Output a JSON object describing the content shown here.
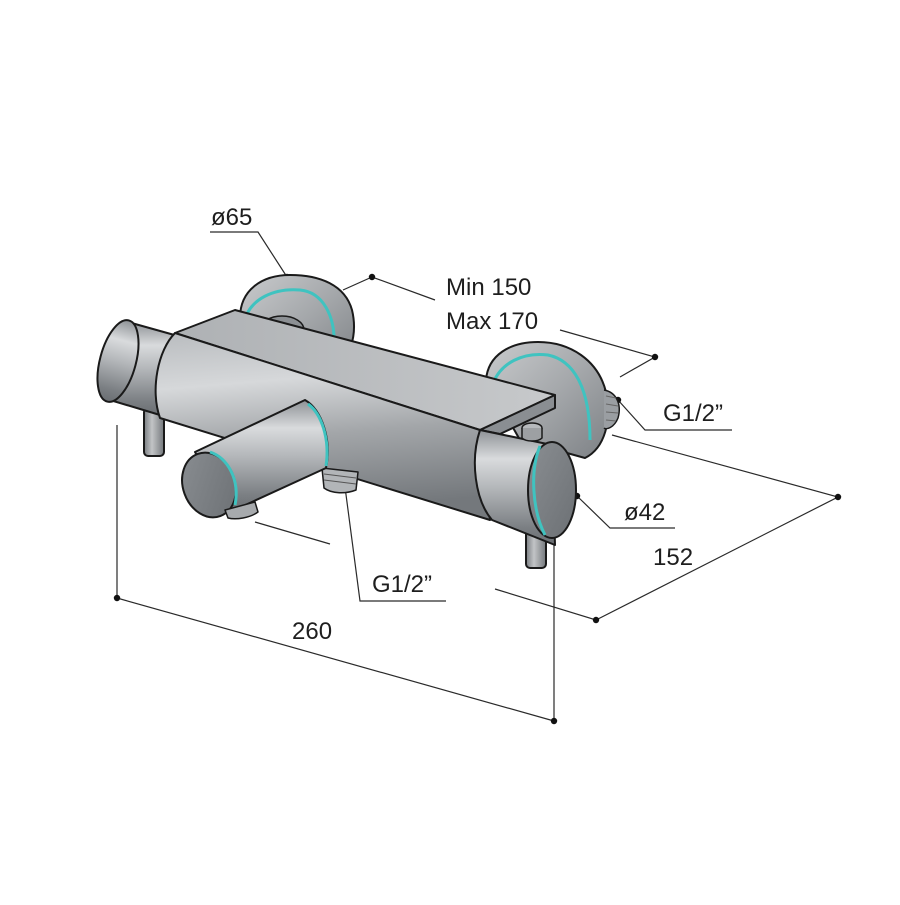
{
  "diagram": {
    "subject": "wall-mounted bath mixer tap",
    "colors": {
      "background": "#ffffff",
      "metal_light": "#d4d6d8",
      "metal_mid": "#a8abae",
      "metal_dark": "#6f7377",
      "edge_highlight": "#3fc3c0",
      "outline": "#1a1a1a",
      "dimension_line": "#2a2a2a",
      "text": "#1e1e1e"
    },
    "annotations": {
      "rosette_diameter": "ø65",
      "wall_distance_min": "Min 150",
      "wall_distance_max": "Max 170",
      "inlet_thread": "G1/2”",
      "handle_diameter": "ø42",
      "depth": "152",
      "outlet_thread": "G1/2”",
      "width": "260"
    }
  }
}
